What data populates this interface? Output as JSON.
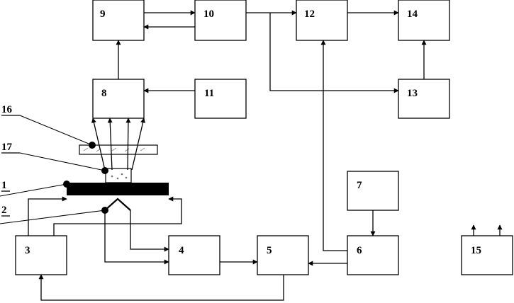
{
  "blocks": {
    "b1": "1",
    "b3": "3",
    "b4": "4",
    "b5": "5",
    "b6": "6",
    "b7": "7",
    "b8": "8",
    "b9": "9",
    "b10": "10",
    "b11": "11",
    "b12": "12",
    "b13": "13",
    "b14": "14",
    "b15": "15"
  },
  "callouts": {
    "c1": "1",
    "c2": "2",
    "c16": "16",
    "c17": "17"
  },
  "colors": {
    "line": "#000000",
    "background": "#ffffff"
  }
}
